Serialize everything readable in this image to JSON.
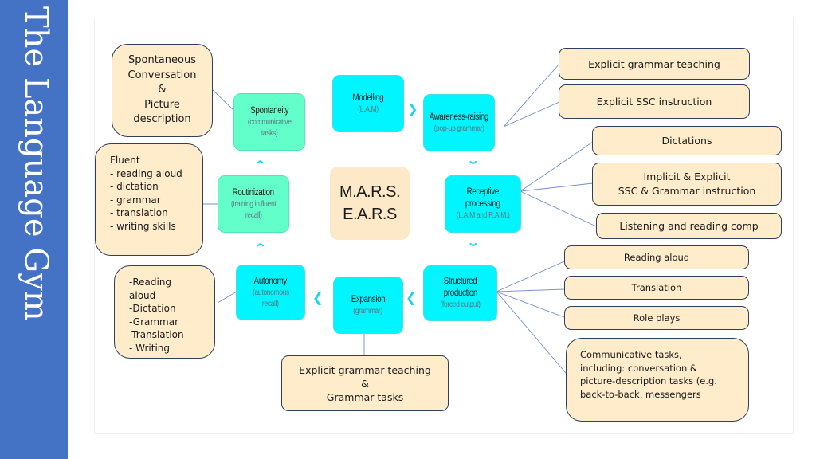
{
  "sidebar": {
    "title": "The Language Gym",
    "color": "#4472c4"
  },
  "colors": {
    "stage_cyan": "#00f5fe",
    "stage_mint": "#63ffca",
    "activity_box": "#ffeccb",
    "center_box": "#fde9c8",
    "arrow": "#1ad4f0",
    "connector": "#6f8fd0"
  },
  "center": {
    "line1": "M.A.R.S.",
    "line2": "E.A.R.S"
  },
  "stages": {
    "modelling": {
      "title": "Modelling",
      "subtitle": "(L.A.M)"
    },
    "awareness": {
      "title": "Awareness-raising",
      "subtitle": "(pop-up grammar)"
    },
    "receptive": {
      "title1": "Receptive",
      "title2": "processing",
      "subtitle": "(L.A.M and R.A.M.)"
    },
    "structured": {
      "title1": "Structured",
      "title2": "production",
      "subtitle": "(forced output)"
    },
    "expansion": {
      "title": "Expansion",
      "subtitle": "(grammar)"
    },
    "autonomy": {
      "title": "Autonomy",
      "subtitle1": "(autonomous",
      "subtitle2": "recall)"
    },
    "routinization": {
      "title": "Routinization",
      "subtitle1": "(training in fluent",
      "subtitle2": "recall)"
    },
    "spontaneity": {
      "title": "Spontaneity",
      "subtitle1": "(communicative",
      "subtitle2": "tasks)"
    }
  },
  "activities": {
    "spontaneous": [
      "Spontaneous",
      "Conversation",
      "&",
      "Picture",
      "description"
    ],
    "fluent": [
      "Fluent",
      "- reading aloud",
      "- dictation",
      "- grammar",
      "- translation",
      "- writing skills"
    ],
    "autonomy_list": [
      "-Reading",
      "aloud",
      "-Dictation",
      "-Grammar",
      "-Translation",
      "- Writing"
    ],
    "expansion_box": [
      "Explicit grammar teaching",
      "&",
      "Grammar tasks"
    ],
    "awareness_1": "Explicit grammar teaching",
    "awareness_2": "Explicit SSC instruction",
    "receptive_1": "Dictations",
    "receptive_2": [
      "Implicit & Explicit",
      "SSC & Grammar instruction"
    ],
    "receptive_3": "Listening and reading comp",
    "structured_1": "Reading aloud",
    "structured_2": "Translation",
    "structured_3": "Role plays",
    "structured_4": [
      "Communicative tasks,",
      "including: conversation &",
      "picture-description tasks (e.g.",
      "back-to-back, messengers"
    ]
  },
  "arrows": {
    "right": "❯",
    "down": "⌄",
    "left": "❮",
    "up": "⌃"
  }
}
